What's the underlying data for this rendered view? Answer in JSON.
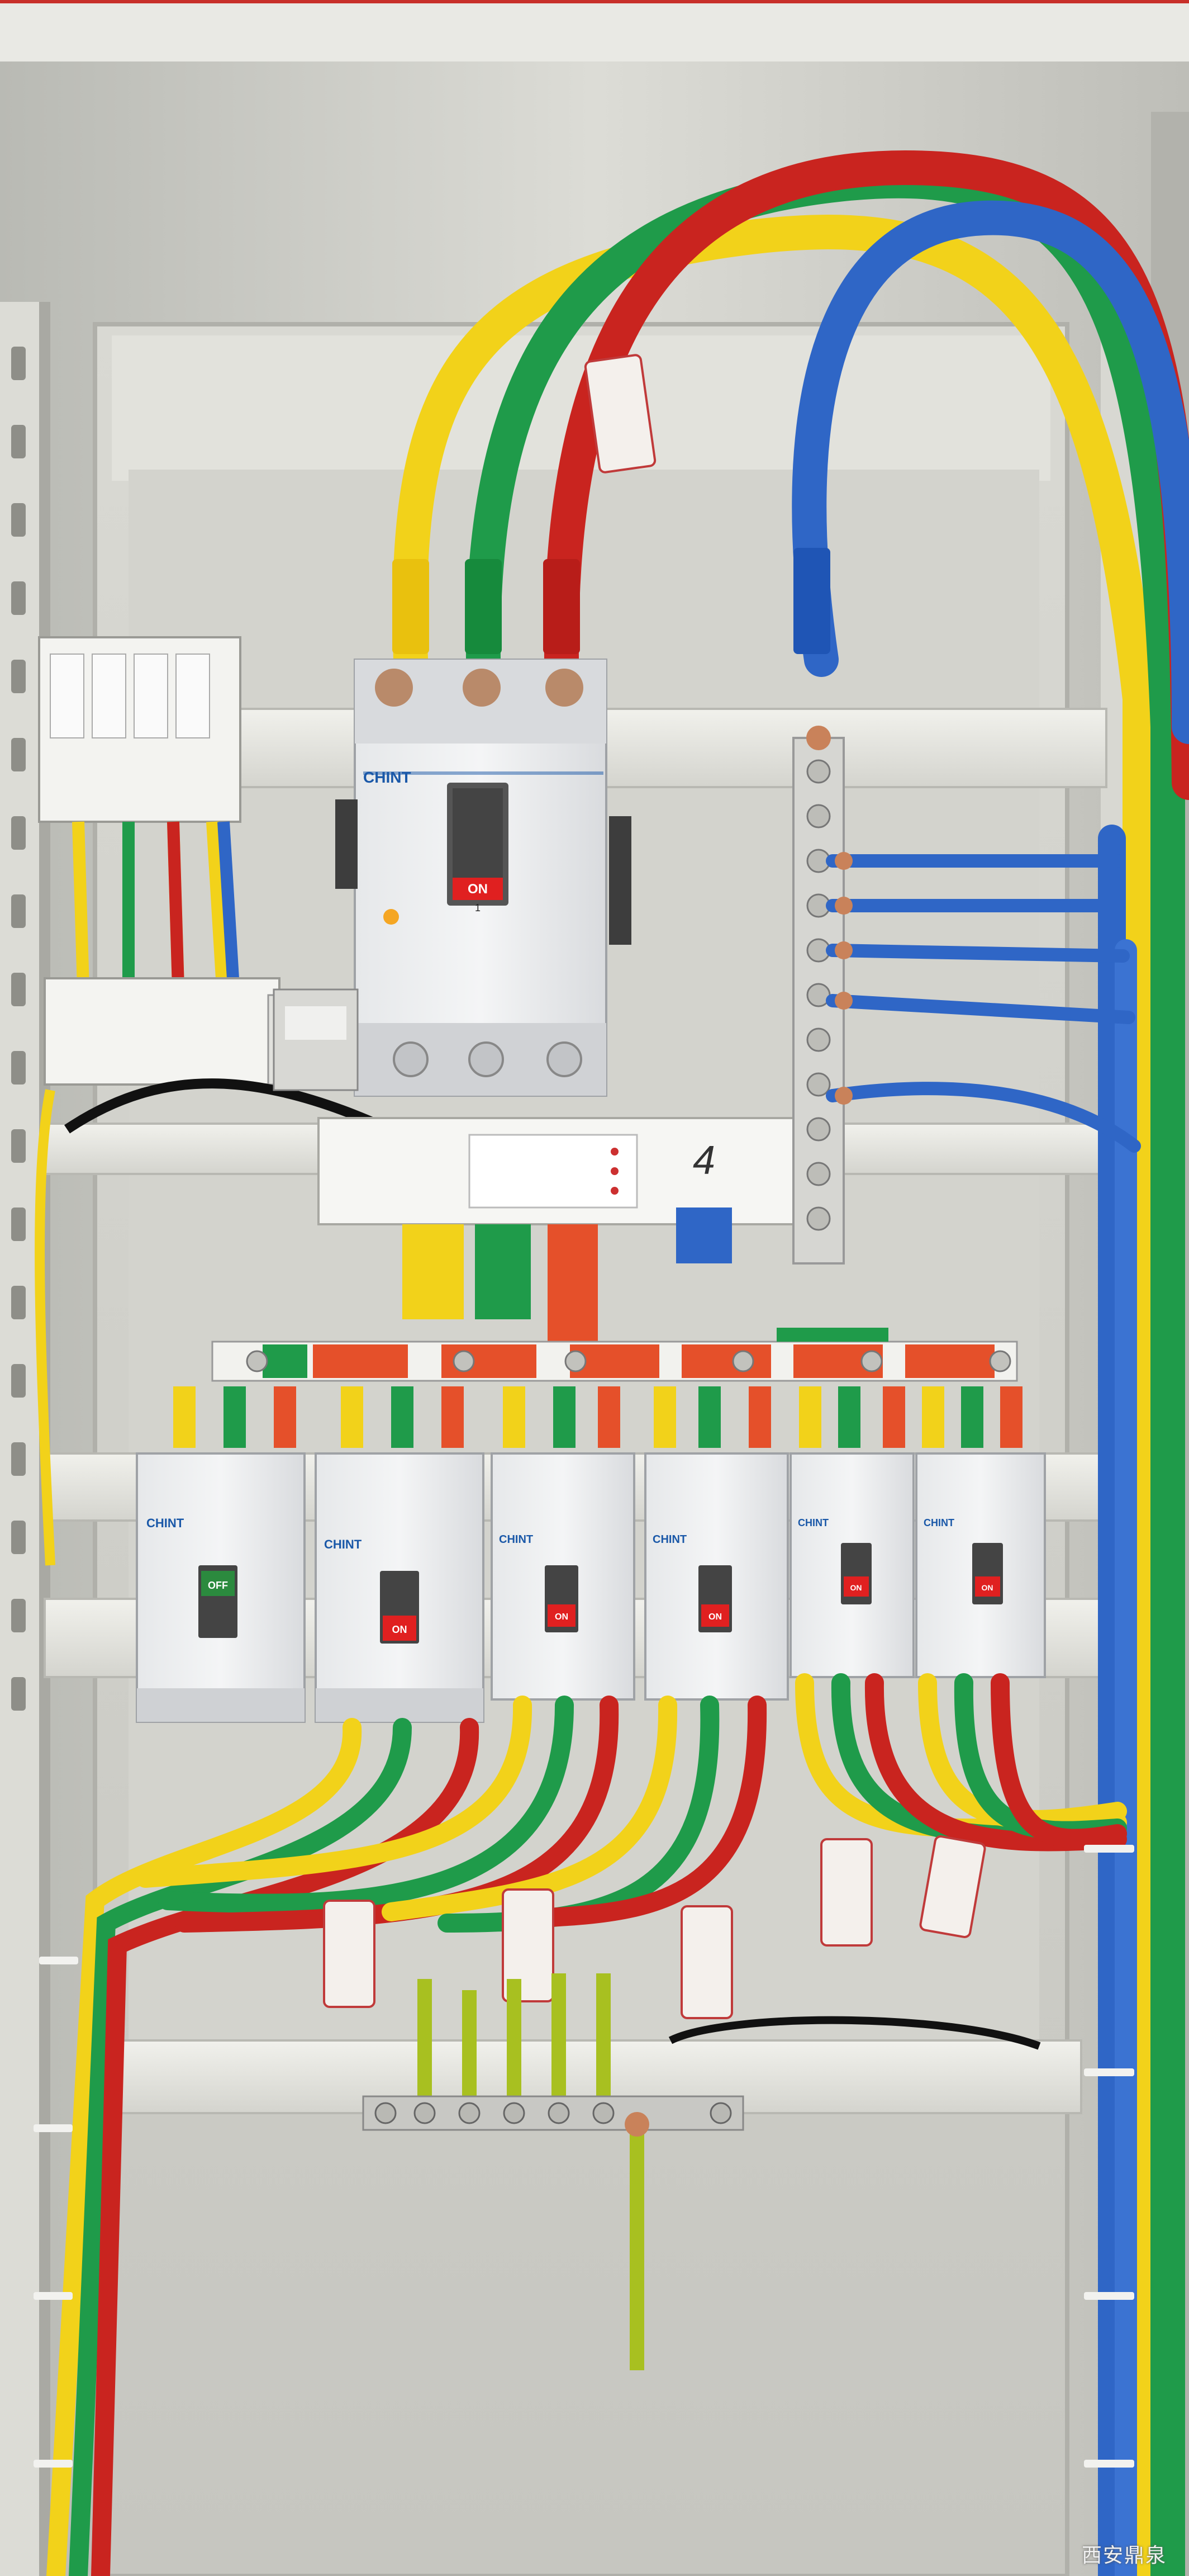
{
  "scene": {
    "subject": "electrical distribution cabinet",
    "colors": {
      "cabinet_white": "#ecebe6",
      "panel_grey": "#d7d7d2",
      "wire_yellow": "#f2d21a",
      "wire_green": "#1f9b4a",
      "wire_red": "#c9241f",
      "wire_blue": "#2f66c6",
      "copper": "#c9825a",
      "busbar_orange": "#e5502a"
    }
  },
  "main_breaker": {
    "brand": "CHINT",
    "state": "ON",
    "position": "1"
  },
  "branch_breakers": [
    {
      "brand": "CHINT",
      "state": "OFF"
    },
    {
      "brand": "CHINT",
      "state": "ON"
    },
    {
      "brand": "CHINT",
      "state": "ON"
    },
    {
      "brand": "CHINT",
      "state": "ON"
    },
    {
      "brand": "CHINT",
      "state": "ON"
    },
    {
      "brand": "CHINT",
      "state": "ON"
    }
  ],
  "handwritten_mark": "4",
  "watermark": "西安鼎泉"
}
